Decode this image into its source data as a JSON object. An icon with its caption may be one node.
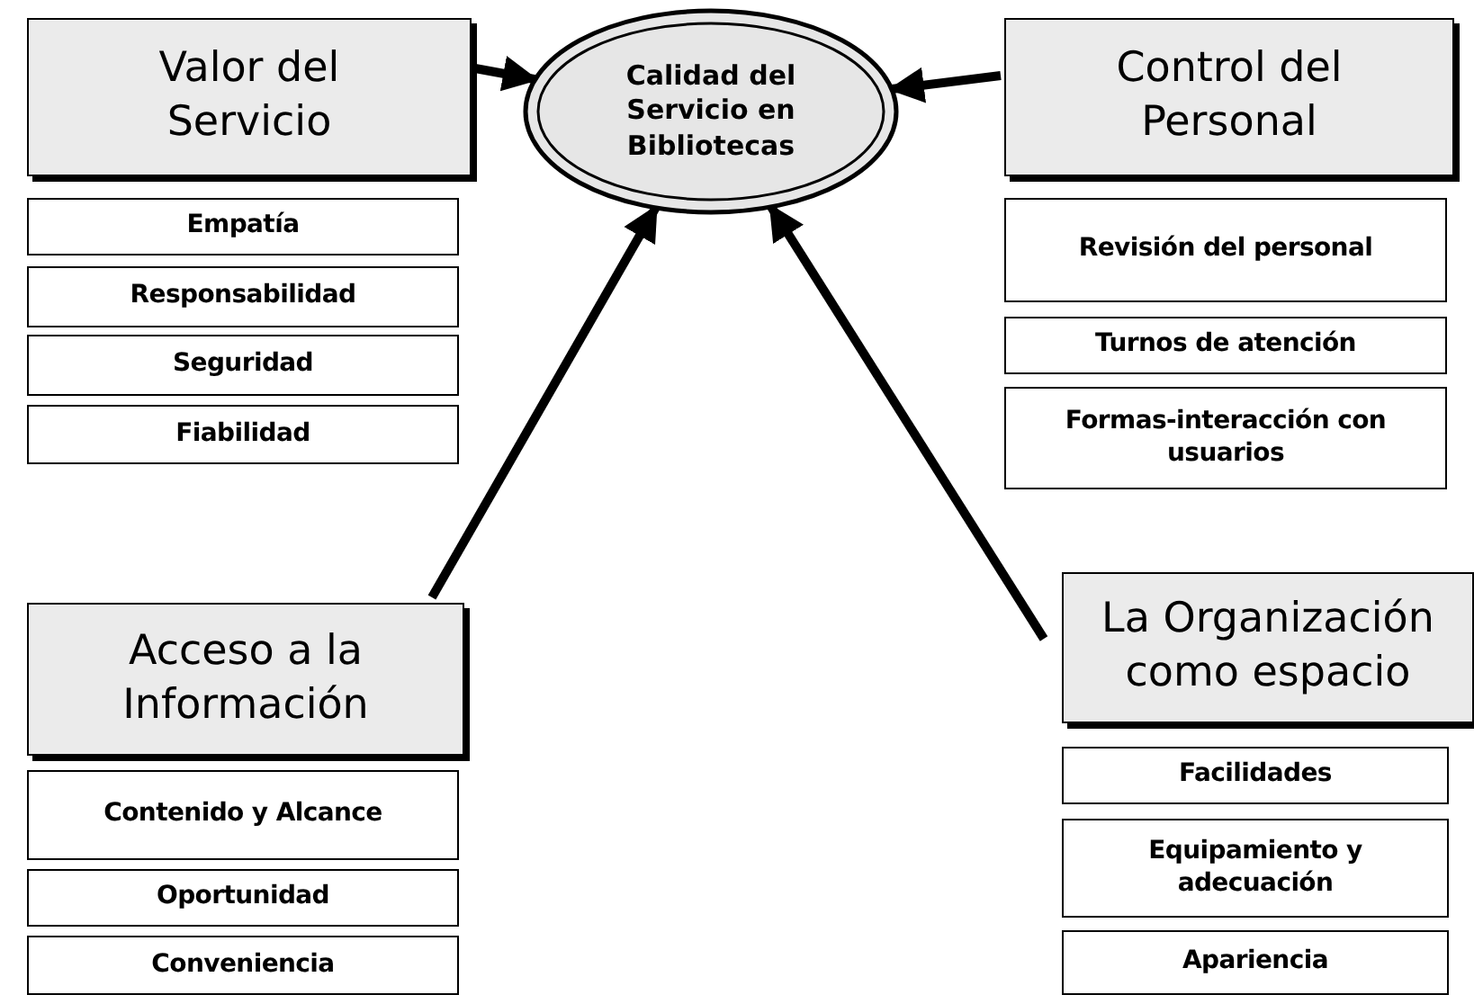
{
  "diagram": {
    "nodes": [
      {
        "text": [
          "Valor del Servicio"
        ]
      },
      {
        "text": [
          "Empatía"
        ]
      },
      {
        "text": [
          "Responsabilidad"
        ]
      },
      {
        "text": [
          "Seguridad"
        ]
      },
      {
        "text": [
          "Fiabilidad"
        ]
      },
      {
        "text": [
          "Calidad del Servicio en Bibliotecas"
        ]
      },
      {
        "text": [
          "Control del Personal"
        ]
      },
      {
        "text": [
          "Revisión del personal"
        ]
      },
      {
        "text": [
          "Turnos de atención"
        ]
      },
      {
        "text": [
          "Formas-interacción con usuarios"
        ]
      },
      {
        "text": [
          "Acceso a la Información"
        ]
      },
      {
        "text": [
          "Contenido y Alcance"
        ]
      },
      {
        "text": [
          "Oportunidad"
        ]
      },
      {
        "text": [
          "Conveniencia"
        ]
      },
      {
        "text": [
          "La Organización como espacio"
        ]
      },
      {
        "text": [
          "Facilidades"
        ]
      },
      {
        "text": [
          "Equipamiento y adecuación"
        ]
      },
      {
        "text": [
          "Apariencia"
        ]
      }
    ],
    "edges": [
      {
        "from": 0,
        "to": 5,
        "arrow": "to"
      },
      {
        "from": 6,
        "to": 5,
        "arrow": "to"
      },
      {
        "from": 10,
        "to": 5,
        "arrow": "to"
      },
      {
        "from": 14,
        "to": 5,
        "arrow": "to"
      }
    ]
  }
}
